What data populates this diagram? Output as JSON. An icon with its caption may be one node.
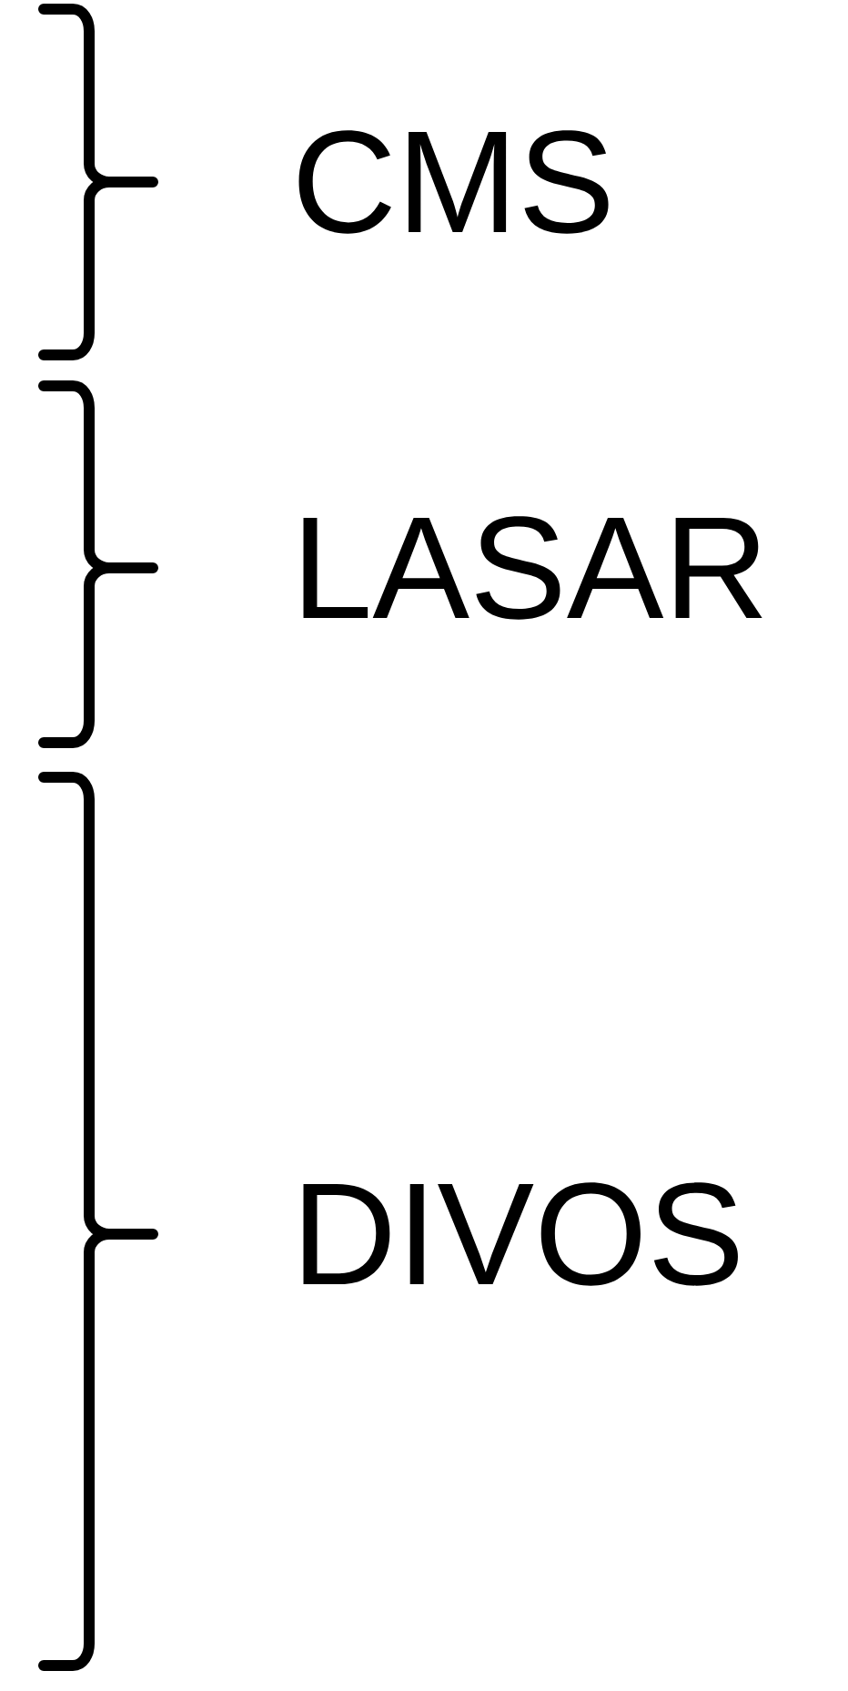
{
  "diagram": {
    "labels": [
      "CMS",
      "LASAR",
      "DIVOS"
    ]
  }
}
